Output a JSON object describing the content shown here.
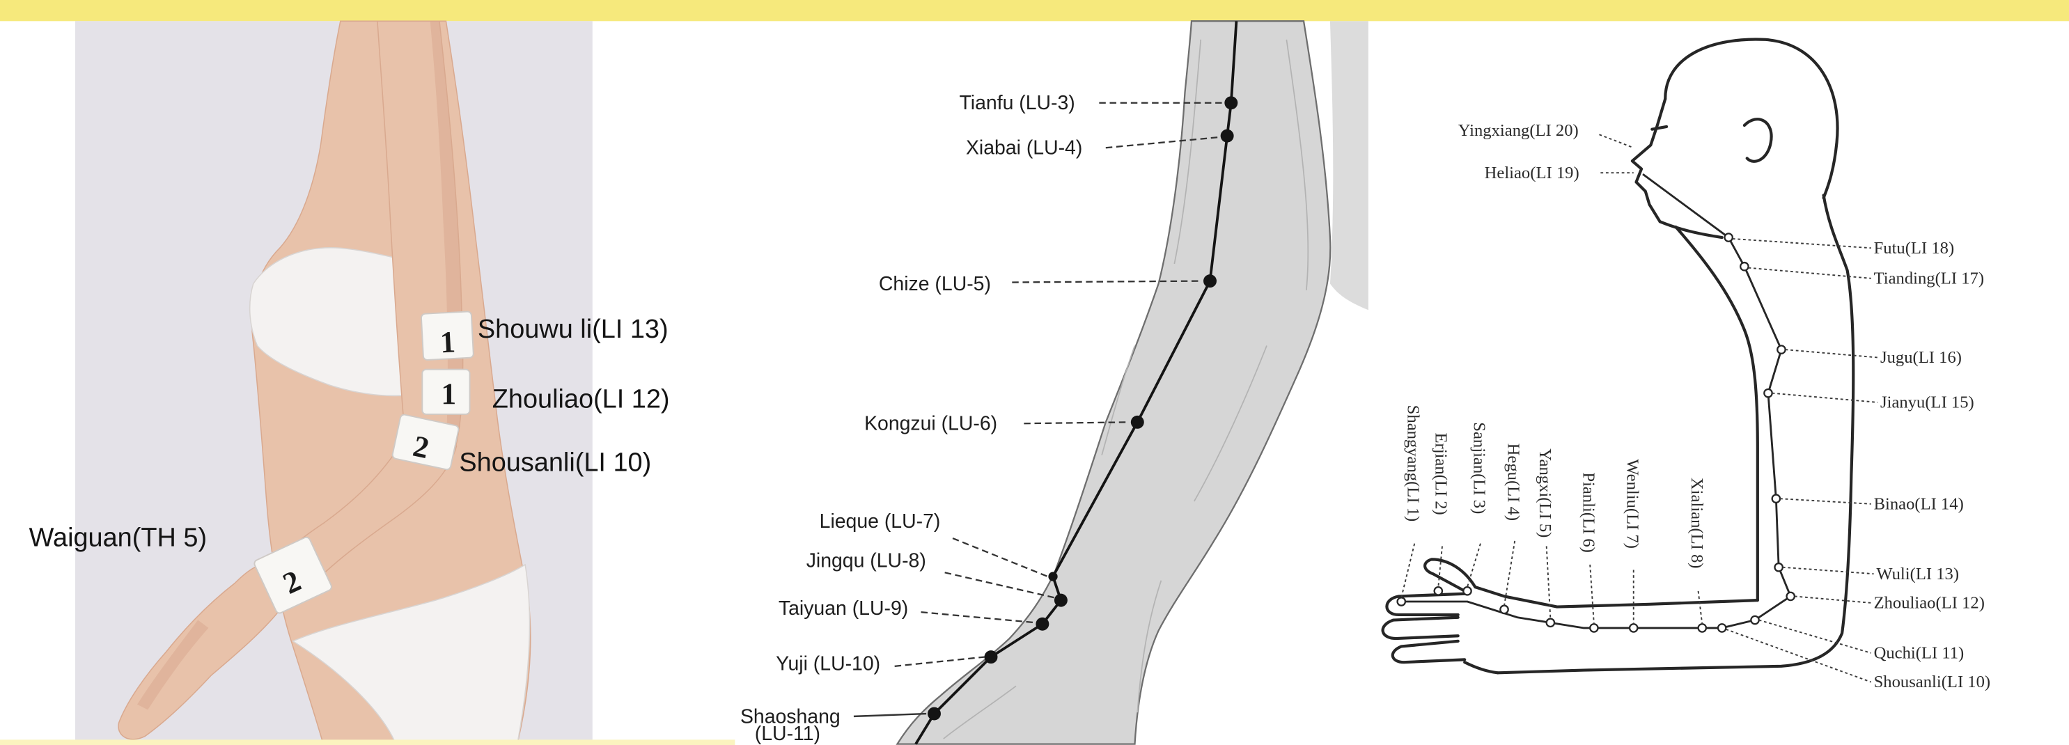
{
  "colors": {
    "banner": "#f6e97c",
    "bottom_strip": "#fbf4bf",
    "photo_background": "#e4e2e8",
    "skin": "#e8c2aa",
    "skin_shadow": "#d9a98f",
    "garment": "#f4f2f1",
    "patch": "#f8f7f4",
    "arm_drawing": "#d6d6d6",
    "ink": "#141414"
  },
  "photo_panel": {
    "patch_numbers": [
      "1",
      "1",
      "2",
      "2"
    ],
    "point_labels": [
      "Shouwu li(LI 13)",
      "Zhouliao(LI 12)",
      "Shousanli(LI 10)",
      "Waiguan(TH 5)"
    ]
  },
  "lung_panel": {
    "point_labels": [
      "Tianfu (LU-3)",
      "Xiabai (LU-4)",
      "Chize (LU-5)",
      "Kongzui (LU-6)",
      "Lieque (LU-7)",
      "Jingqu (LU-8)",
      "Taiyuan (LU-9)",
      "Yuji (LU-10)"
    ],
    "last_point_label": [
      "Shaoshang",
      "(LU-11)"
    ]
  },
  "large_intestine_panel": {
    "face_labels": [
      "Yingxiang(LI 20)",
      "Heliao(LI 19)"
    ],
    "shoulder_arm_labels": [
      "Futu(LI 18)",
      "Tianding(LI 17)",
      "Jugu(LI 16)",
      "Jianyu(LI 15)",
      "Binao(LI 14)",
      "Wuli(LI 13)",
      "Zhouliao(LI 12)",
      "Quchi(LI 11)",
      "Shousanli(LI 10)"
    ],
    "hand_forearm_labels": [
      "Shangyang(LI 1)",
      "Erjian(LI 2)",
      "Sanjian(LI 3)",
      "Hegu(LI 4)",
      "Yangxi(LI 5)",
      "Pianli(LI 6)",
      "Wenliu(LI 7)",
      "Xialian(LI 8)"
    ]
  }
}
